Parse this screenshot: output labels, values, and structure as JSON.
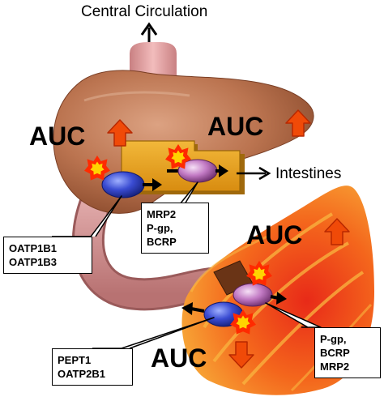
{
  "labels": {
    "central_circulation": "Central Circulation",
    "intestines": "Intestines",
    "auc_liver": "AUC",
    "auc_hepato": "AUC",
    "auc_bile": "AUC",
    "auc_entero": "AUC"
  },
  "transporter_boxes": {
    "hepatic_uptake": [
      "OATP1B1",
      "OATP1B3"
    ],
    "biliary_efflux": [
      "MRP2",
      "P-gp,",
      "BCRP"
    ],
    "intestinal_efflux": [
      "P-gp,",
      "BCRP",
      "MRP2"
    ],
    "intestinal_uptake": [
      "PEPT1",
      "OATP2B1"
    ]
  },
  "auc_changes": {
    "auc_liver": "increase",
    "auc_hepato": "increase",
    "auc_bile": "increase",
    "auc_entero": "decrease"
  },
  "colors": {
    "liver": "#b8704c",
    "intestine": "#ee6a1c",
    "arrow_fill": "#f04a08",
    "arrow_stroke": "#b82800",
    "star": "#ff2a00",
    "star_core": "#ffd400",
    "uptake_transporter": "#3344c8",
    "efflux_transporter": "#c27ac4",
    "hepatocyte_block": "#e8a020"
  }
}
